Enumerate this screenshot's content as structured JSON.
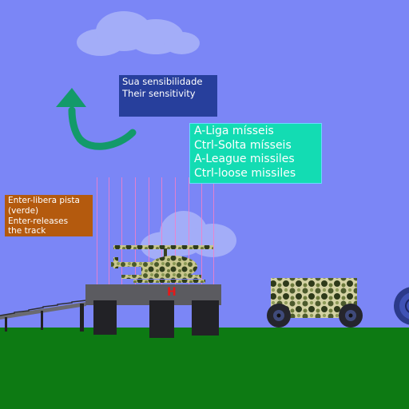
{
  "hud": {
    "sensitivity_lines": [
      "Sua sensibilidade",
      "Their sensitivity"
    ],
    "missile_lines": [
      "A-Liga mísseis",
      "Ctrl-Solta mísseis",
      "A-League missiles",
      "Ctrl-loose missiles"
    ],
    "enter_lines": [
      "Enter-libera pista",
      "(verde)",
      "Enter-releases",
      "the track"
    ]
  },
  "platform": {
    "marker": "H"
  },
  "colors": {
    "sky": "#7b86f6",
    "ground": "#0d7a13",
    "sensitivity_panel": "#273f9c",
    "missile_panel": "#13dcb3",
    "enter_panel": "#b45a0e",
    "arrow": "#139a6a",
    "helipad_marker": "#e51919",
    "laser_beams": "#f37fc9"
  },
  "icons": {
    "arrow": "curved-arrow-up-icon",
    "helicopter": "camo-helicopter-icon",
    "vehicle": "camo-truck-icon"
  }
}
